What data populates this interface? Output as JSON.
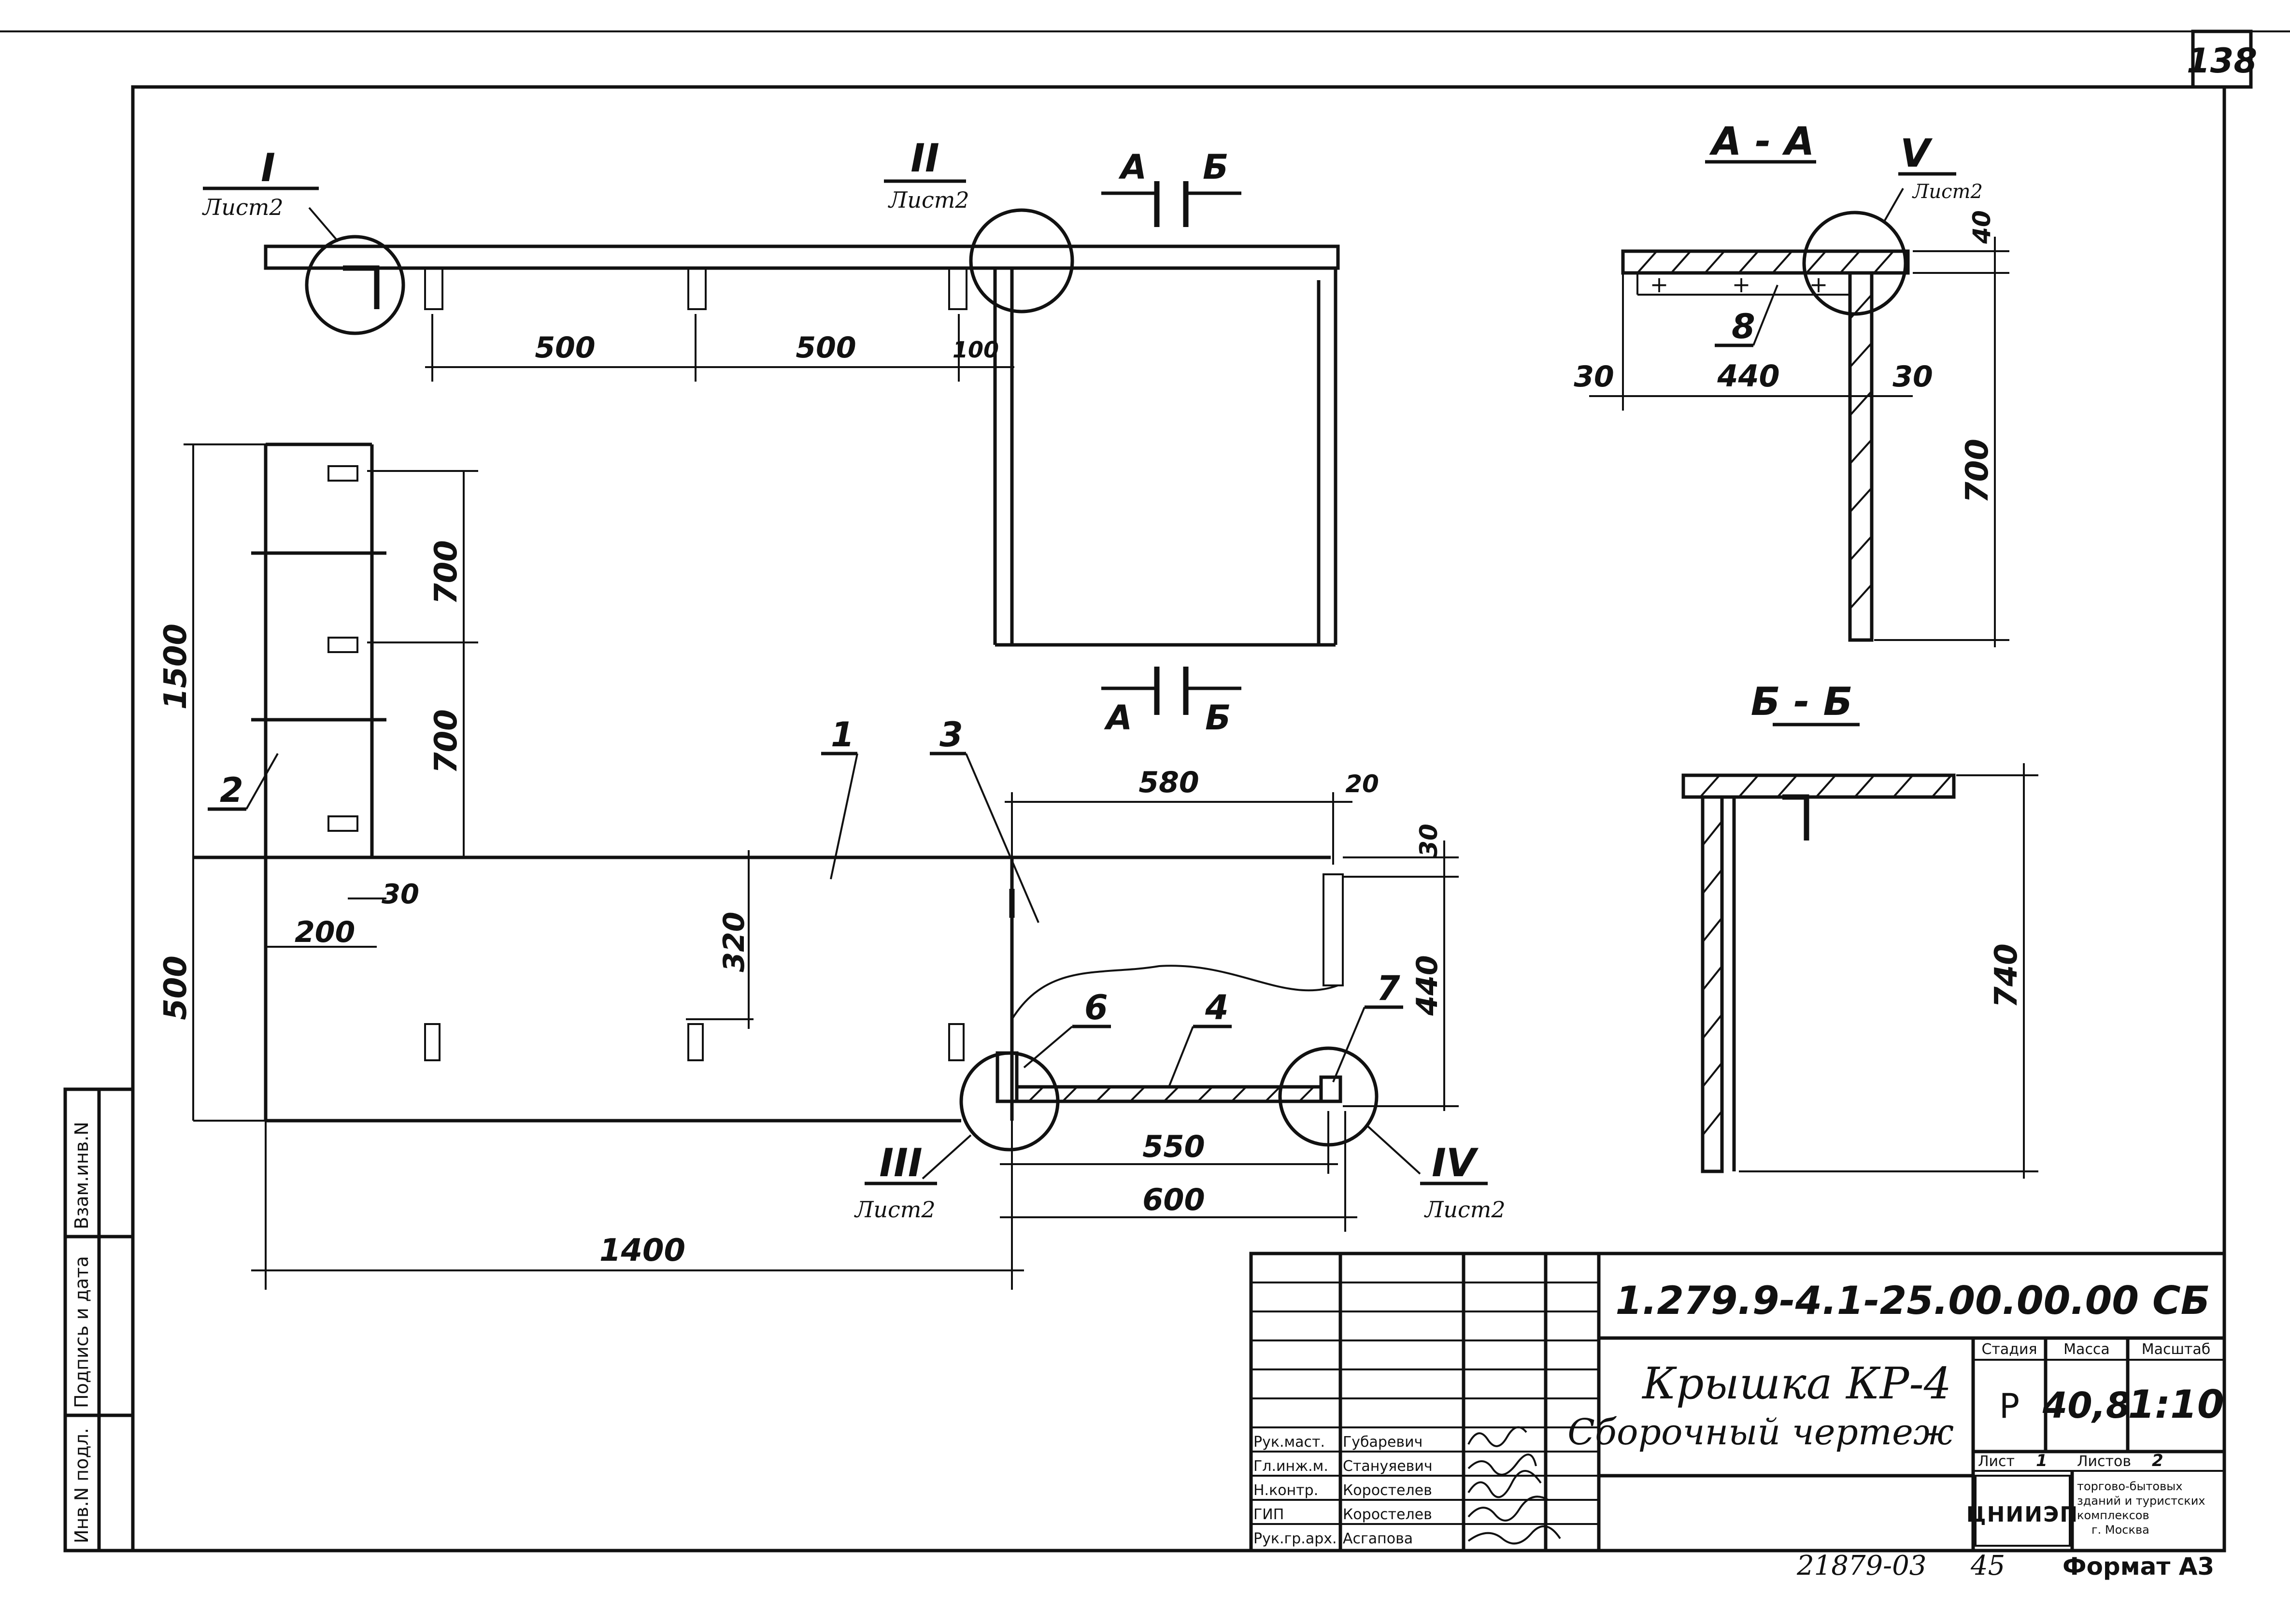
{
  "page_number": "138",
  "views": {
    "section_aa": "А - А",
    "section_bb": "Б - Б",
    "cut_a": "А",
    "cut_b": "Б"
  },
  "callouts": [
    {
      "id": "I",
      "sheet": "Лист2"
    },
    {
      "id": "II",
      "sheet": "Лист2"
    },
    {
      "id": "III",
      "sheet": "Лист2"
    },
    {
      "id": "IV",
      "sheet": "Лист2"
    },
    {
      "id": "V",
      "sheet": "Лист2"
    }
  ],
  "positions": [
    "1",
    "2",
    "3",
    "4",
    "6",
    "7",
    "8"
  ],
  "dimensions": {
    "top_500_a": "500",
    "top_500_b": "500",
    "top_100": "100",
    "left_1500": "1500",
    "left_500": "500",
    "mid_700_a": "700",
    "mid_700_b": "700",
    "d_200": "200",
    "d_30_left": "30",
    "d_320": "320",
    "d_1400": "1400",
    "d_580": "580",
    "d_20": "20",
    "d_30_right": "30",
    "d_440_right": "440",
    "d_550": "550",
    "d_600": "600",
    "aa_40": "40",
    "aa_30_left": "30",
    "aa_440": "440",
    "aa_30_right": "30",
    "aa_700": "700",
    "bb_740": "740"
  },
  "side_stamp": {
    "col1": "Инв.N подл.",
    "col2": "Подпись и дата",
    "col3": "Взам.инв.N"
  },
  "title_block": {
    "doc_code": "1.279.9-4.1-25.00.00.00 СБ",
    "title_line1": "Крышка КР-4",
    "title_line2": "Сборочный чертеж",
    "stage_header": "Стадия",
    "mass_header": "Масса",
    "scale_header": "Масштаб",
    "stage": "Р",
    "mass": "40,8",
    "scale": "1:10",
    "sheet_label": "Лист",
    "sheet_value": "1",
    "sheets_label": "Листов",
    "sheets_value": "2",
    "org_logo": "ЦНИИЭП",
    "org_line1": "торгово-бытовых",
    "org_line2": "зданий и туристских",
    "org_line3": "комплексов",
    "org_line4": "г. Москва",
    "staff": [
      {
        "role": "Рук.маст.",
        "name": "Губаревич"
      },
      {
        "role": "Гл.инж.м.",
        "name": "Стануяевич"
      },
      {
        "role": "Н.контр.",
        "name": "Коростелев"
      },
      {
        "role": "ГИП",
        "name": "Коростелев"
      },
      {
        "role": "Рук.гр.арх.",
        "name": "Асгапова"
      }
    ]
  },
  "footer": {
    "archive_no": "21879-03",
    "copy_no": "45",
    "format": "Формат А3"
  }
}
